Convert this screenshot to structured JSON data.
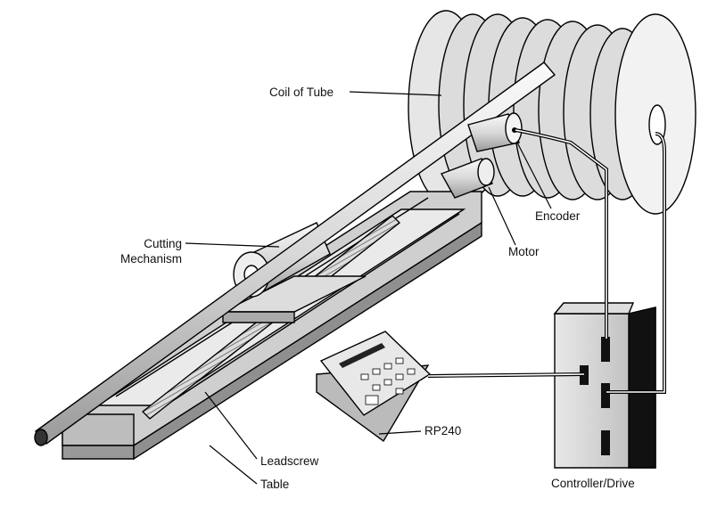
{
  "labels": {
    "coil": "Coil of Tube",
    "cutting_line1": "Cutting",
    "cutting_line2": "Mechanism",
    "encoder": "Encoder",
    "motor": "Motor",
    "rp240": "RP240",
    "leadscrew": "Leadscrew",
    "table": "Table",
    "controller": "Controller/Drive"
  }
}
